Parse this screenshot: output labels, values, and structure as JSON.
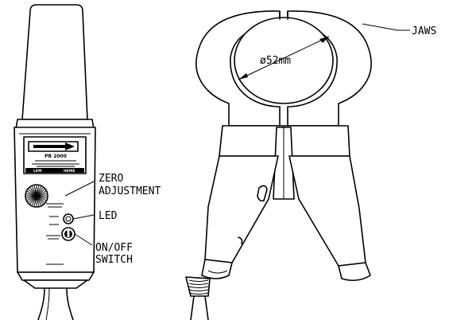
{
  "labels": {
    "jaws": "JAWS",
    "diameter": "ø52mm",
    "zero_line1": "ZERO",
    "zero_line2": "ADJUSTMENT",
    "led": "LED",
    "onoff_line1": "ON/OFF",
    "onoff_line2": "SWITCH"
  },
  "probe_label": {
    "model": "PR 2000",
    "brand_left": "LEM",
    "brand_right": "HEME"
  },
  "icons": {
    "zero_knob": "knurled-knob-icon",
    "led": "led-indicator-icon",
    "switch": "toggle-switch-icon",
    "arrow": "direction-arrow-icon"
  }
}
